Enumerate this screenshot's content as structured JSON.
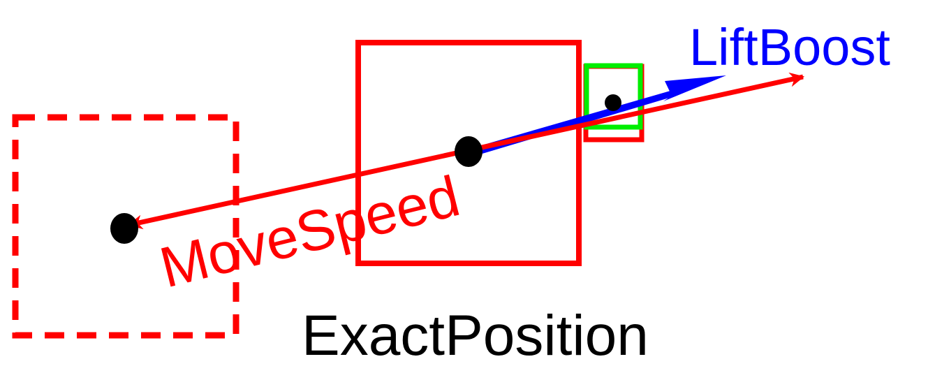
{
  "labels": {
    "lift_boost": "LiftBoost",
    "move_speed": "MoveSpeed",
    "exact_position": "ExactPosition"
  },
  "colors": {
    "main_box": "#ff0000",
    "target_box": "#ff0000",
    "small_box_outline": "#ff0000",
    "small_box_highlight": "#00ee00",
    "lift_boost_arrow": "#0000ff",
    "move_speed_arrow": "#ff0000",
    "dot": "#000000",
    "exact_position_text": "#000000",
    "background": "#ffffff"
  }
}
